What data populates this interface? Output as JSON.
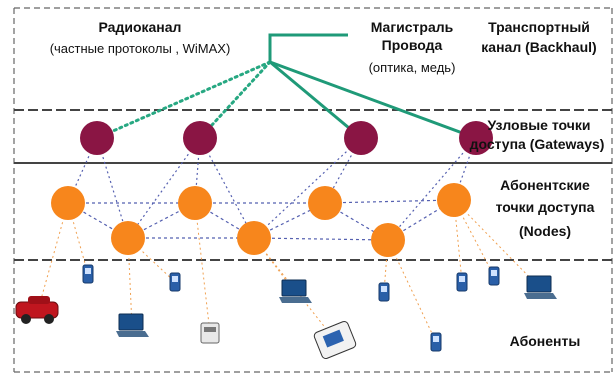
{
  "labels": {
    "radio_title": "Радиоканал",
    "radio_sub": "(частные протоколы , WiMAX)",
    "wire_title_1": "Магистраль",
    "wire_title_2": "Провода",
    "wire_sub": "(оптика, медь)",
    "transport_1": "Транспортный",
    "transport_2": "канал (Backhaul)",
    "gateways_1": "Узловые точки",
    "gateways_2": "доступа (Gateways)",
    "nodes_1": "Абонентские",
    "nodes_2": "точки доступа",
    "nodes_3": "(Nodes)",
    "subscribers": "Абоненты"
  },
  "colors": {
    "gateway": "#8a1544",
    "node": "#f7861c",
    "wire": "#1f9a78",
    "radio": "#27a882",
    "mesh": "#5560b0",
    "drop": "#f0a050",
    "band_line": "#555555"
  },
  "icons": [
    "laptop-icon",
    "phone-icon",
    "printer-icon",
    "pda-icon",
    "camera-icon",
    "car-icon"
  ]
}
